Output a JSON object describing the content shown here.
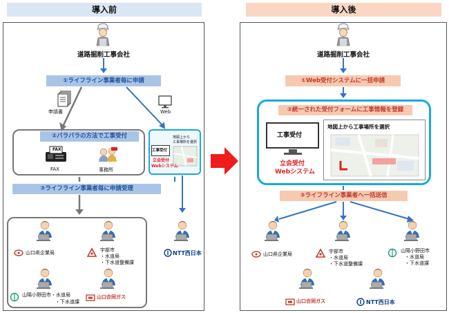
{
  "before": {
    "title": "導入前",
    "company": "道路掘削工事会社",
    "step1": "①ライフライン事業者毎に申請",
    "application_form": "申請書",
    "web": "Web",
    "step2": "②バラバラの方法で工事受付",
    "fax_label": "FAX",
    "fax_text": "FAX",
    "office": "事務所",
    "pc_title": "工事受付",
    "map_note_1": "地図上から",
    "map_note_2": "工事場所を選択",
    "system_1": "立会受付",
    "system_2": "Webシステム",
    "step3": "③ライフライン事業者毎に申請受理",
    "orgs": {
      "yamaguchi_kigyo": "山口県企業局",
      "ube_1": "宇部市",
      "ube_2": "・水道局",
      "ube_3": "・下水道整備課",
      "sanyo_1": "山陽小野田市・水道局",
      "sanyo_2": "・下水道課",
      "gas": "山口合同ガス",
      "ntt": "NTT西日本"
    }
  },
  "after": {
    "title": "導入後",
    "company": "道路掘削工事会社",
    "step1": "①Web受付システムに一括申請",
    "step2": "②統一された受付フォームに工事情報を登録",
    "pc_title": "工事受付",
    "map_note": "地図上から工事場所を選択",
    "system_1": "立会受付",
    "system_2": "Webシステム",
    "step3": "③ライフライン事業者へ一括送信",
    "orgs": {
      "yamaguchi_kigyo": "山口県企業局",
      "ube_1": "宇部市",
      "ube_2": "・水道局",
      "ube_3": "・下水道整備課",
      "sanyo_1": "山陽小野田市",
      "sanyo_2": "・水道局",
      "sanyo_3": "・下水道課",
      "gas": "山口合同ガス",
      "ntt": "NTT西日本"
    }
  },
  "colors": {
    "blue_bar": "#a9c4e6",
    "blue_text": "#1f4f9c",
    "orange_bar": "#f6c9b1",
    "orange_text": "#c0392b",
    "cyan_frame": "#19a8e0",
    "arrow_red": "#ee1c1c",
    "arrow_blue": "#2f74c9",
    "arrow_gray": "#777777"
  }
}
